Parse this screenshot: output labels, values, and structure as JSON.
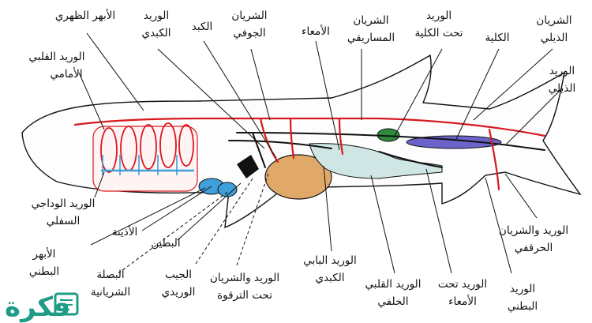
{
  "labels": {
    "dorsal_aorta": "الأبهر الظهري",
    "hepatic_vein_1": "الوريد",
    "hepatic_vein_2": "الكبدي",
    "liver": "الكبد",
    "coeliac_artery_1": "الشريان",
    "coeliac_artery_2": "الجوفي",
    "intestine": "الأمعاء",
    "mesenteric_artery_1": "الشريان",
    "mesenteric_artery_2": "المساريقي",
    "subrenal_vein_1": "الوريد",
    "subrenal_vein_2": "تحت الكلية",
    "kidney": "الكلية",
    "caudal_artery_1": "الشريان",
    "caudal_artery_2": "الذيلي",
    "caudal_vein_1": "الوريد",
    "caudal_vein_2": "الذيلي",
    "anterior_cardinal_1": "الوريد القلبي",
    "anterior_cardinal_2": "الأمامي",
    "inferior_jugular_1": "الوريد الوداجي",
    "inferior_jugular_2": "السفلي",
    "atrium": "الأذينة",
    "ventral_aorta_1": "الأبهر",
    "ventral_aorta_2": "البطني",
    "ventricle": "البطين",
    "conus_1": "البصلة",
    "conus_2": "الشريانية",
    "sinus_1": "الجيب",
    "sinus_2": "الوريدي",
    "subclavian_1": "الوريد والشريان",
    "subclavian_2": "تحت الترقوة",
    "hepatic_portal_1": "الوريد البابي",
    "hepatic_portal_2": "الكبدي",
    "posterior_cardinal_1": "الوريد القلبي",
    "posterior_cardinal_2": "الخلفي",
    "subintestinal_1": "الوريد تحت",
    "subintestinal_2": "الأمعاء",
    "ventral_vein_1": "الوريد",
    "ventral_vein_2": "البطني",
    "iliac_1": "الوريد والشريان",
    "iliac_2": "الحرقفي"
  },
  "logo": {
    "text": "فكرة"
  },
  "colors": {
    "artery": "#d71920",
    "vein": "#111111",
    "heart": "#3f9fd8",
    "liver": "#e0a96a",
    "intestine": "#cfe6e4",
    "kidney": "#6b63c9",
    "spleen": "#2d8a3e",
    "gills_vessel": "#3f9fd8",
    "logo": "#1e9c86"
  }
}
